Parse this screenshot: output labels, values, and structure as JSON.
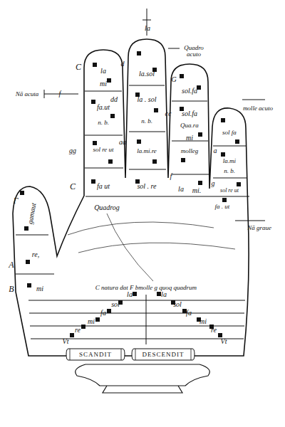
{
  "diagram": {
    "nodes": [
      {
        "text": [
          "SCANDIT"
        ]
      },
      {
        "text": [
          "DESCENDIT"
        ]
      }
    ],
    "labels": [
      "la",
      "Quadro acuto",
      "molle acuto",
      "Nā acuta",
      "f",
      "C",
      "la",
      "mi",
      "fa.ut",
      "n. b.",
      "gg",
      "sol re ut",
      "C",
      "fa ut",
      "d",
      "la.sol",
      "dd",
      "la . sol",
      "n. b.",
      "aa",
      "la.mi.re",
      "sol . re",
      "G",
      "sol.fa",
      "cc",
      "sol.fa",
      "Qua.ra",
      "mi",
      "molleg",
      "f",
      "la",
      "mi.",
      "sol fa",
      "a",
      "la.mi",
      "n. b.",
      "g",
      "sol re ut",
      "fa . ut",
      "Γ",
      "gamaut",
      "A",
      "re,",
      "B",
      "mi",
      "Quadrog",
      "C natura dat F bmolle g quoq quadrum",
      "Nā graue",
      "Vt",
      "re",
      "mi",
      "fa",
      "sol",
      "la",
      "la",
      "sol",
      "fa",
      "mi",
      "re",
      "Vt"
    ]
  }
}
